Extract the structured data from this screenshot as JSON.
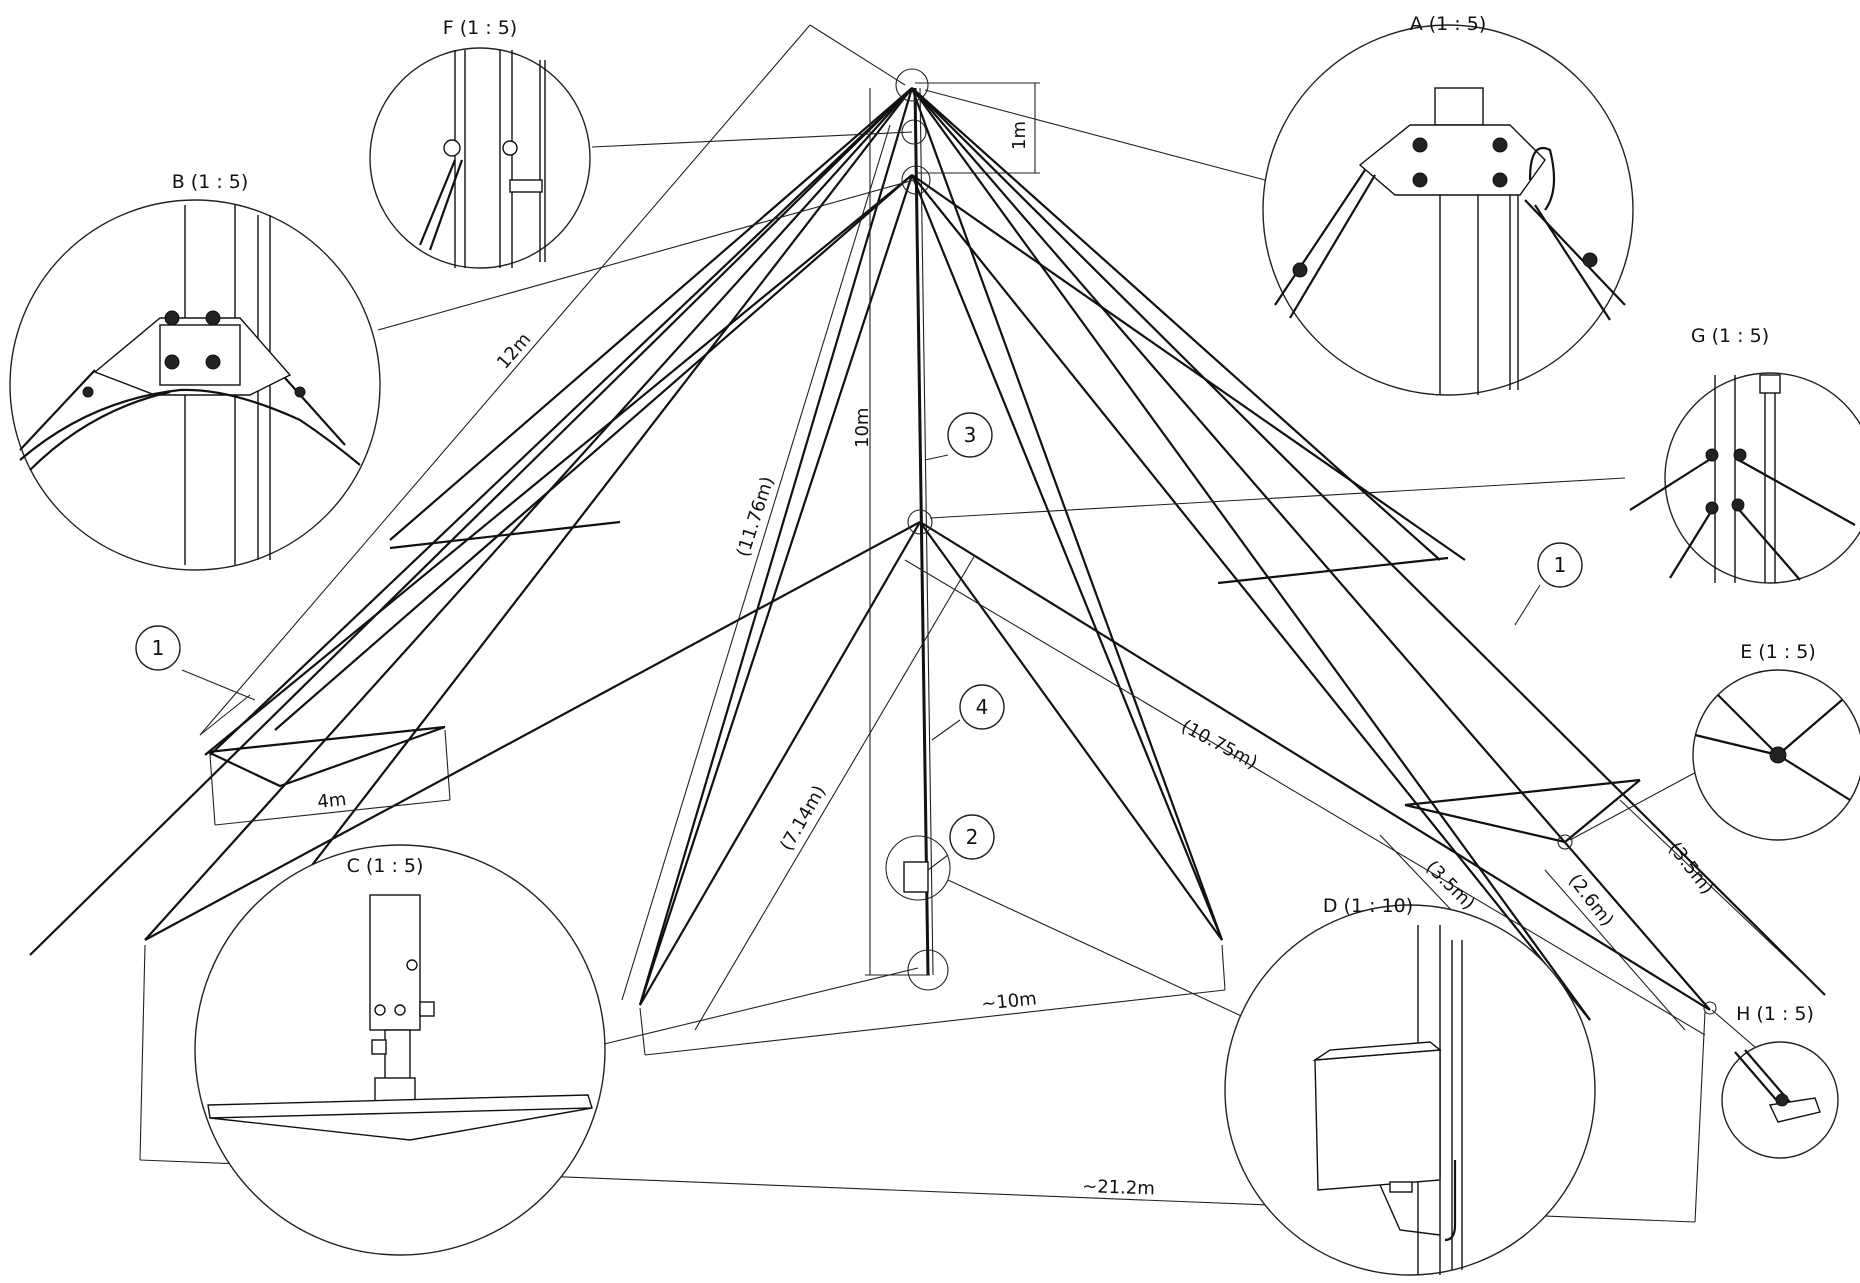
{
  "dimensions": {
    "guy_length": "12m",
    "top_offset": "1m",
    "mast_height": "10m",
    "outer_guy": "(11.76m)",
    "inner_guy": "(7.14m)",
    "long_guy": "(10.75m)",
    "spread_left": "4m",
    "base_span": "~10m",
    "total_span": "~21.2m",
    "seg_a": "(3.5m)",
    "seg_b": "(2.6m)",
    "seg_c": "(3.5m)"
  },
  "views": {
    "a": "A (1 : 5)",
    "b": "B (1 : 5)",
    "c": "C (1 : 5)",
    "d": "D (1 : 10)",
    "e": "E (1 : 5)",
    "f": "F (1 : 5)",
    "g": "G (1 : 5)",
    "h": "H (1 : 5)"
  },
  "balloons": {
    "b1_left": "1",
    "b1_right": "1",
    "b2": "2",
    "b3": "3",
    "b4": "4"
  }
}
